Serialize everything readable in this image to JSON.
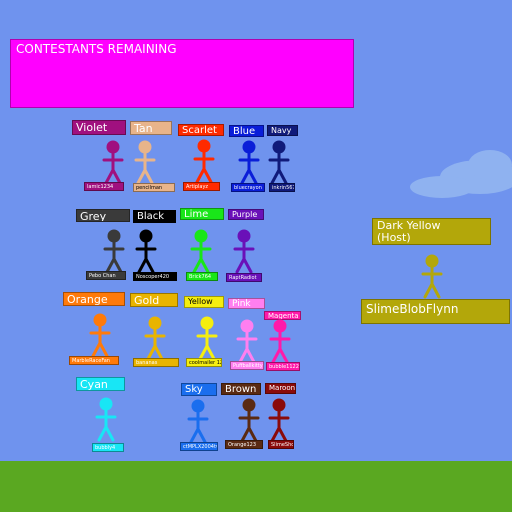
{
  "banner": {
    "title": "CONTESTANTS REMAINING",
    "color": "#ff00ff"
  },
  "colors": {
    "sky": "#6f93ee",
    "ground": "#5aa821"
  },
  "host": {
    "label": "Dark Yellow",
    "role": "(Host)",
    "username": "SlimeBlobFlynn",
    "color": "#b3a70a"
  },
  "contestants": [
    {
      "name": "Violet",
      "username": "lamic1234",
      "color": "#a0107f"
    },
    {
      "name": "Tan",
      "username": "pencilman",
      "color": "#e8b48a"
    },
    {
      "name": "Scarlet",
      "username": "Artiplayz",
      "color": "#ff2a00"
    },
    {
      "name": "Blue",
      "username": "bluecrayon",
      "color": "#0a1ed8"
    },
    {
      "name": "Navy",
      "username": "inkrin567",
      "color": "#101a7a"
    },
    {
      "name": "Grey",
      "username": "Pebo Chan",
      "color": "#3a3a3a"
    },
    {
      "name": "Black",
      "username": "Noscoper420",
      "color": "#000000"
    },
    {
      "name": "Lime",
      "username": "Brick764",
      "color": "#19e619"
    },
    {
      "name": "Purple",
      "username": "RaptRadiot",
      "color": "#6a10b8"
    },
    {
      "name": "Orange",
      "username": "MarbleRaceFan",
      "color": "#ff7a0a"
    },
    {
      "name": "Gold",
      "username": "bananas",
      "color": "#e8b400"
    },
    {
      "name": "Yellow",
      "username": "coolmailer 12",
      "color": "#f5ee10"
    },
    {
      "name": "Pink",
      "username": "Puffballkitty42",
      "color": "#ff7ff0"
    },
    {
      "name": "Magenta",
      "username": "bubble1122",
      "color": "#ff1aaa"
    },
    {
      "name": "Cyan",
      "username": "bubbly4",
      "color": "#18e6f5"
    },
    {
      "name": "Sky",
      "username": "ctMPLX2004tv",
      "color": "#1a6eee"
    },
    {
      "name": "Brown",
      "username": "Orange123",
      "color": "#5a2a12"
    },
    {
      "name": "Maroon",
      "username": "SlimeShort",
      "color": "#8a0a0a"
    }
  ]
}
